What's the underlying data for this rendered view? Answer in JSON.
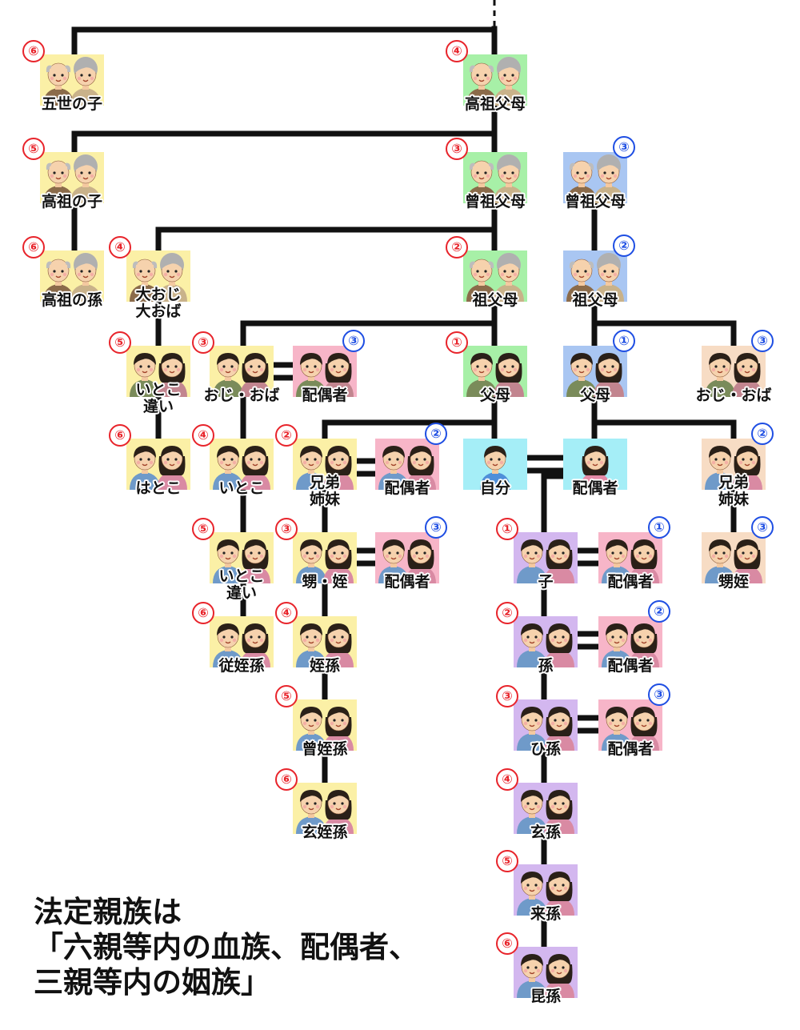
{
  "colors": {
    "line": "#111111",
    "badge_blood": "#e8242b",
    "badge_inlaw": "#1e4ee3",
    "bg_yellow": "#fbf0a6",
    "bg_green": "#a7f0a7",
    "bg_blue": "#a9c6f2",
    "bg_cyan": "#a5eef7",
    "bg_pink": "#f7b5c8",
    "bg_purple": "#d3b7ef",
    "bg_peach": "#f7dcc4"
  },
  "nodes": [
    {
      "id": "gosei",
      "label": "五世の子",
      "degree": "⑥",
      "type": "blood",
      "bg": "bg_yellow",
      "style": "elder",
      "icon": "elderly-couple-icon"
    },
    {
      "id": "koso",
      "label": "高祖父母",
      "degree": "④",
      "type": "blood",
      "bg": "bg_green",
      "style": "elder",
      "icon": "elderly-couple-icon"
    },
    {
      "id": "kosonoko",
      "label": "高祖の子",
      "degree": "⑤",
      "type": "blood",
      "bg": "bg_yellow",
      "style": "elder",
      "icon": "elderly-couple-icon"
    },
    {
      "id": "soso",
      "label": "曾祖父母",
      "degree": "③",
      "type": "blood",
      "bg": "bg_green",
      "style": "elder",
      "icon": "elderly-couple-icon"
    },
    {
      "id": "soso-sp",
      "label": "曾祖父母",
      "degree": "③",
      "type": "inlaw",
      "bg": "bg_blue",
      "style": "elder",
      "icon": "elderly-couple-icon"
    },
    {
      "id": "kosonomago",
      "label": "高祖の孫",
      "degree": "⑥",
      "type": "blood",
      "bg": "bg_yellow",
      "style": "elder",
      "icon": "elderly-couple-icon"
    },
    {
      "id": "ooji",
      "label": "大おじ\n大おば",
      "degree": "④",
      "type": "blood",
      "bg": "bg_yellow",
      "style": "elder",
      "icon": "elderly-couple-icon"
    },
    {
      "id": "sofubo",
      "label": "祖父母",
      "degree": "②",
      "type": "blood",
      "bg": "bg_green",
      "style": "elder",
      "icon": "elderly-couple-icon"
    },
    {
      "id": "sofubo-sp",
      "label": "祖父母",
      "degree": "②",
      "type": "inlaw",
      "bg": "bg_blue",
      "style": "elder",
      "icon": "elderly-couple-icon"
    },
    {
      "id": "itokochigai1",
      "label": "いとこ\n違い",
      "degree": "⑤",
      "type": "blood",
      "bg": "bg_yellow",
      "style": "adult",
      "icon": "couple-icon"
    },
    {
      "id": "ojioba",
      "label": "おじ・おば",
      "degree": "③",
      "type": "blood",
      "bg": "bg_yellow",
      "style": "adult",
      "icon": "couple-icon"
    },
    {
      "id": "ojioba-haigu",
      "label": "配偶者",
      "degree": "③",
      "type": "inlaw",
      "bg": "bg_pink",
      "style": "adult",
      "icon": "couple-icon"
    },
    {
      "id": "fubo",
      "label": "父母",
      "degree": "①",
      "type": "blood",
      "bg": "bg_green",
      "style": "adult",
      "icon": "couple-icon"
    },
    {
      "id": "fubo-sp",
      "label": "父母",
      "degree": "①",
      "type": "inlaw",
      "bg": "bg_blue",
      "style": "adult",
      "icon": "couple-icon"
    },
    {
      "id": "ojioba-sp",
      "label": "おじ・おば",
      "degree": "③",
      "type": "inlaw",
      "bg": "bg_peach",
      "style": "adult",
      "icon": "couple-icon"
    },
    {
      "id": "hatoko",
      "label": "はとこ",
      "degree": "⑥",
      "type": "blood",
      "bg": "bg_yellow",
      "style": "young",
      "icon": "couple-icon"
    },
    {
      "id": "itoko",
      "label": "いとこ",
      "degree": "④",
      "type": "blood",
      "bg": "bg_yellow",
      "style": "young",
      "icon": "couple-icon"
    },
    {
      "id": "kyodai",
      "label": "兄弟\n姉妹",
      "degree": "②",
      "type": "blood",
      "bg": "bg_yellow",
      "style": "young",
      "icon": "couple-icon"
    },
    {
      "id": "kyodai-haigu",
      "label": "配偶者",
      "degree": "②",
      "type": "inlaw",
      "bg": "bg_pink",
      "style": "young",
      "icon": "couple-icon"
    },
    {
      "id": "jibun",
      "label": "自分",
      "degree": "",
      "type": "self",
      "bg": "bg_cyan",
      "style": "single-m",
      "icon": "self-icon"
    },
    {
      "id": "haigusha",
      "label": "配偶者",
      "degree": "",
      "type": "self",
      "bg": "bg_cyan",
      "style": "single-f",
      "icon": "spouse-icon"
    },
    {
      "id": "kyodai-sp",
      "label": "兄弟\n姉妹",
      "degree": "②",
      "type": "inlaw",
      "bg": "bg_peach",
      "style": "young",
      "icon": "couple-icon"
    },
    {
      "id": "itokochigai2",
      "label": "いとこ\n違い",
      "degree": "⑤",
      "type": "blood",
      "bg": "bg_yellow",
      "style": "young",
      "icon": "couple-icon"
    },
    {
      "id": "oimei",
      "label": "甥・姪",
      "degree": "③",
      "type": "blood",
      "bg": "bg_yellow",
      "style": "young",
      "icon": "couple-icon"
    },
    {
      "id": "oimei-haigu",
      "label": "配偶者",
      "degree": "③",
      "type": "inlaw",
      "bg": "bg_pink",
      "style": "young",
      "icon": "couple-icon"
    },
    {
      "id": "ko",
      "label": "子",
      "degree": "①",
      "type": "blood",
      "bg": "bg_purple",
      "style": "young",
      "icon": "couple-icon"
    },
    {
      "id": "ko-haigu",
      "label": "配偶者",
      "degree": "①",
      "type": "inlaw",
      "bg": "bg_pink",
      "style": "young",
      "icon": "couple-icon"
    },
    {
      "id": "oimei-sp",
      "label": "甥姪",
      "degree": "③",
      "type": "inlaw",
      "bg": "bg_peach",
      "style": "young",
      "icon": "couple-icon"
    },
    {
      "id": "juteison",
      "label": "従姪孫",
      "degree": "⑥",
      "type": "blood",
      "bg": "bg_yellow",
      "style": "young",
      "icon": "couple-icon"
    },
    {
      "id": "tetsuson",
      "label": "姪孫",
      "degree": "④",
      "type": "blood",
      "bg": "bg_yellow",
      "style": "young",
      "icon": "couple-icon"
    },
    {
      "id": "mago",
      "label": "孫",
      "degree": "②",
      "type": "blood",
      "bg": "bg_purple",
      "style": "young",
      "icon": "couple-icon"
    },
    {
      "id": "mago-haigu",
      "label": "配偶者",
      "degree": "②",
      "type": "inlaw",
      "bg": "bg_pink",
      "style": "young",
      "icon": "couple-icon"
    },
    {
      "id": "sotetsuson",
      "label": "曾姪孫",
      "degree": "⑤",
      "type": "blood",
      "bg": "bg_yellow",
      "style": "young",
      "icon": "couple-icon"
    },
    {
      "id": "himago",
      "label": "ひ孫",
      "degree": "③",
      "type": "blood",
      "bg": "bg_purple",
      "style": "young",
      "icon": "couple-icon"
    },
    {
      "id": "himago-haigu",
      "label": "配偶者",
      "degree": "③",
      "type": "inlaw",
      "bg": "bg_pink",
      "style": "young",
      "icon": "couple-icon"
    },
    {
      "id": "gentetsuson",
      "label": "玄姪孫",
      "degree": "⑥",
      "type": "blood",
      "bg": "bg_yellow",
      "style": "young",
      "icon": "couple-icon"
    },
    {
      "id": "genson",
      "label": "玄孫",
      "degree": "④",
      "type": "blood",
      "bg": "bg_purple",
      "style": "young",
      "icon": "couple-icon"
    },
    {
      "id": "raison",
      "label": "来孫",
      "degree": "⑤",
      "type": "blood",
      "bg": "bg_purple",
      "style": "young",
      "icon": "couple-icon"
    },
    {
      "id": "konson",
      "label": "昆孫",
      "degree": "⑥",
      "type": "blood",
      "bg": "bg_purple",
      "style": "young",
      "icon": "couple-icon"
    }
  ],
  "caption": {
    "line1": "法定親族は",
    "line2": "「六親等内の血族、配偶者、",
    "line3": "三親等内の姻族」"
  }
}
